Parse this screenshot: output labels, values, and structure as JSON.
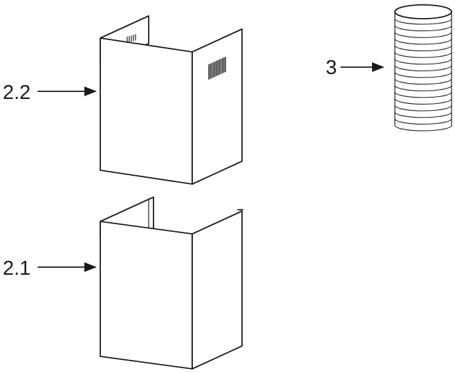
{
  "labels": {
    "upper_chimney": "2.2",
    "lower_chimney": "2.1",
    "flexible_hose": "3"
  },
  "colors": {
    "line": "#1a1a1a",
    "background": "#ffffff"
  },
  "parts": {
    "upper_vent_slots": 12,
    "hose_ribs": 17
  }
}
